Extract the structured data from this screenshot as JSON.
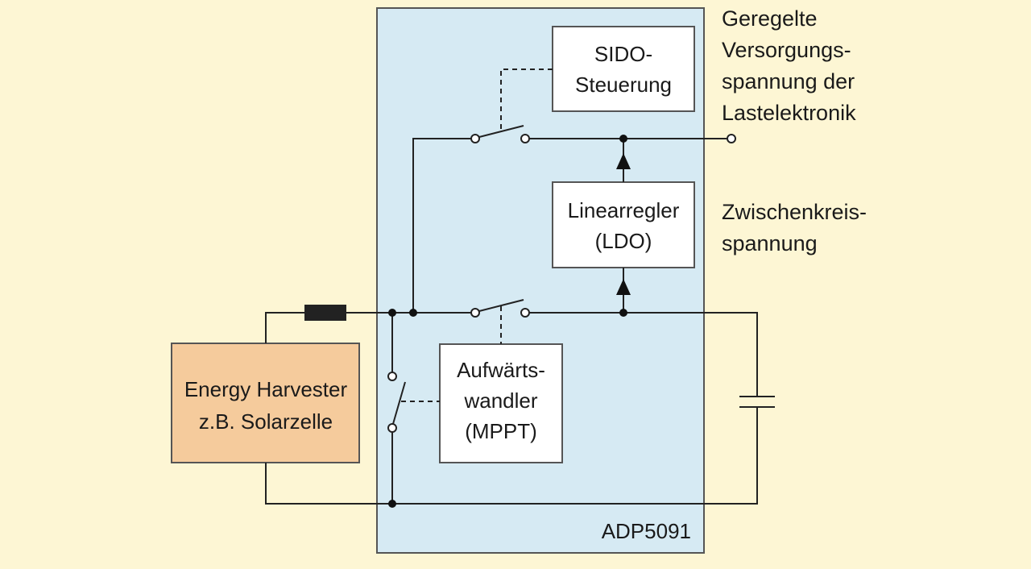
{
  "colors": {
    "background": "#fdf6d4",
    "chip": "#d6eaf3",
    "harvester": "#f5cb9c",
    "block": "#ffffff",
    "wire": "#222222"
  },
  "chip": {
    "label": "ADP5091"
  },
  "blocks": {
    "sido": {
      "line1": "SIDO-",
      "line2": "Steuerung"
    },
    "ldo": {
      "line1": "Linearregler",
      "line2": "(LDO)"
    },
    "boost": {
      "line1": "Aufwärts-",
      "line2": "wandler",
      "line3": "(MPPT)"
    },
    "harvester": {
      "line1": "Energy Harvester",
      "line2": "z.B. Solarzelle"
    }
  },
  "annotations": {
    "regulated": {
      "line1": "Geregelte",
      "line2": "Versorgungs-",
      "line3": "spannung der",
      "line4": "Lastelektronik"
    },
    "intermediate": {
      "line1": "Zwischenkreis-",
      "line2": "spannung"
    }
  }
}
